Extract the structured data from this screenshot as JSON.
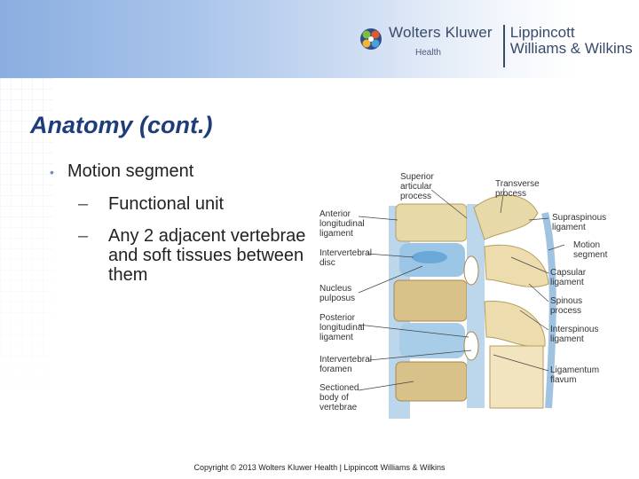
{
  "header": {
    "brand_primary": "Wolters Kluwer",
    "brand_sub": "Health",
    "brand_secondary_line1": "Lippincott",
    "brand_secondary_line2": "Williams & Wilkins"
  },
  "slide": {
    "title": "Anatomy (cont.)",
    "bullet": "Motion segment",
    "subbullets": [
      "Functional unit",
      "Any 2 adjacent vertebrae and soft tissues between them"
    ]
  },
  "figure": {
    "labels_left": [
      "Anterior\nlongitudinal\nligament",
      "Intervertebral\ndisc",
      "Nucleus\npulposus",
      "Posterior\nlongitudinal\nligament",
      "Intervertebral\nforamen",
      "Sectioned\nbody of\nvertebrae"
    ],
    "labels_top": [
      "Superior\narticular\nprocess",
      "Transverse\nprocess"
    ],
    "labels_right": [
      "Supraspinous\nligament",
      "Motion\nsegment",
      "Capsular\nligament",
      "Spinous\nprocess",
      "Interspinous\nligament",
      "Ligamentum\nflavum"
    ]
  },
  "footer": {
    "copyright": "Copyright © 2013 Wolters Kluwer Health | Lippincott Williams & Wilkins"
  },
  "colors": {
    "title": "#1f3d7a",
    "bullet_dot": "#6f8fbf",
    "header_gradient_start": "#8aaee0",
    "bone": "#e8d9a8",
    "disc": "#9cc6e6",
    "ligament": "#bcd7ec"
  },
  "icons": {
    "logo_mark": "wolters-kluwer-globe-logo"
  }
}
